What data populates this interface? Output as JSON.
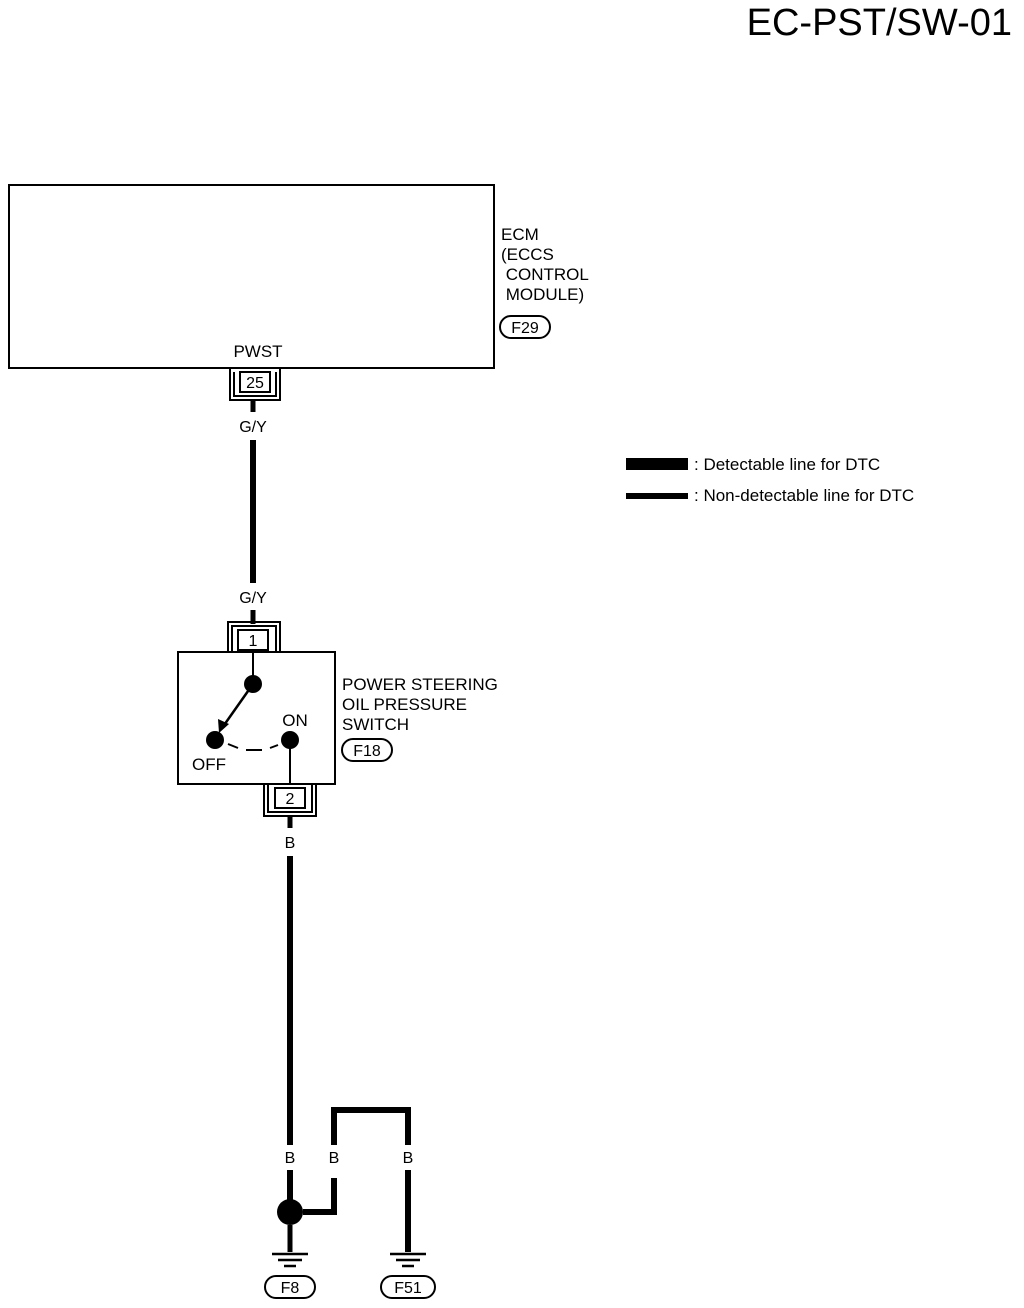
{
  "page_code": "EC-PST/SW-01",
  "ecm": {
    "lines": [
      "ECM",
      "(ECCS",
      " CONTROL",
      " MODULE)"
    ],
    "connector": "F29",
    "terminal_name": "PWST",
    "pin": "25"
  },
  "wires": {
    "ecm_out": "G/Y",
    "switch_in": "G/Y",
    "switch_out": "B",
    "ground_left": "B",
    "ground_mid": "B",
    "ground_right": "B"
  },
  "legend": {
    "detectable": ": Detectable line for DTC",
    "non_detectable": ": Non-detectable line for DTC"
  },
  "switch": {
    "lines": [
      "POWER STEERING",
      "OIL PRESSURE",
      "SWITCH"
    ],
    "connector": "F18",
    "pin_top": "1",
    "pin_bottom": "2",
    "on_label": "ON",
    "off_label": "OFF"
  },
  "grounds": {
    "left": "F8",
    "right": "F51"
  }
}
